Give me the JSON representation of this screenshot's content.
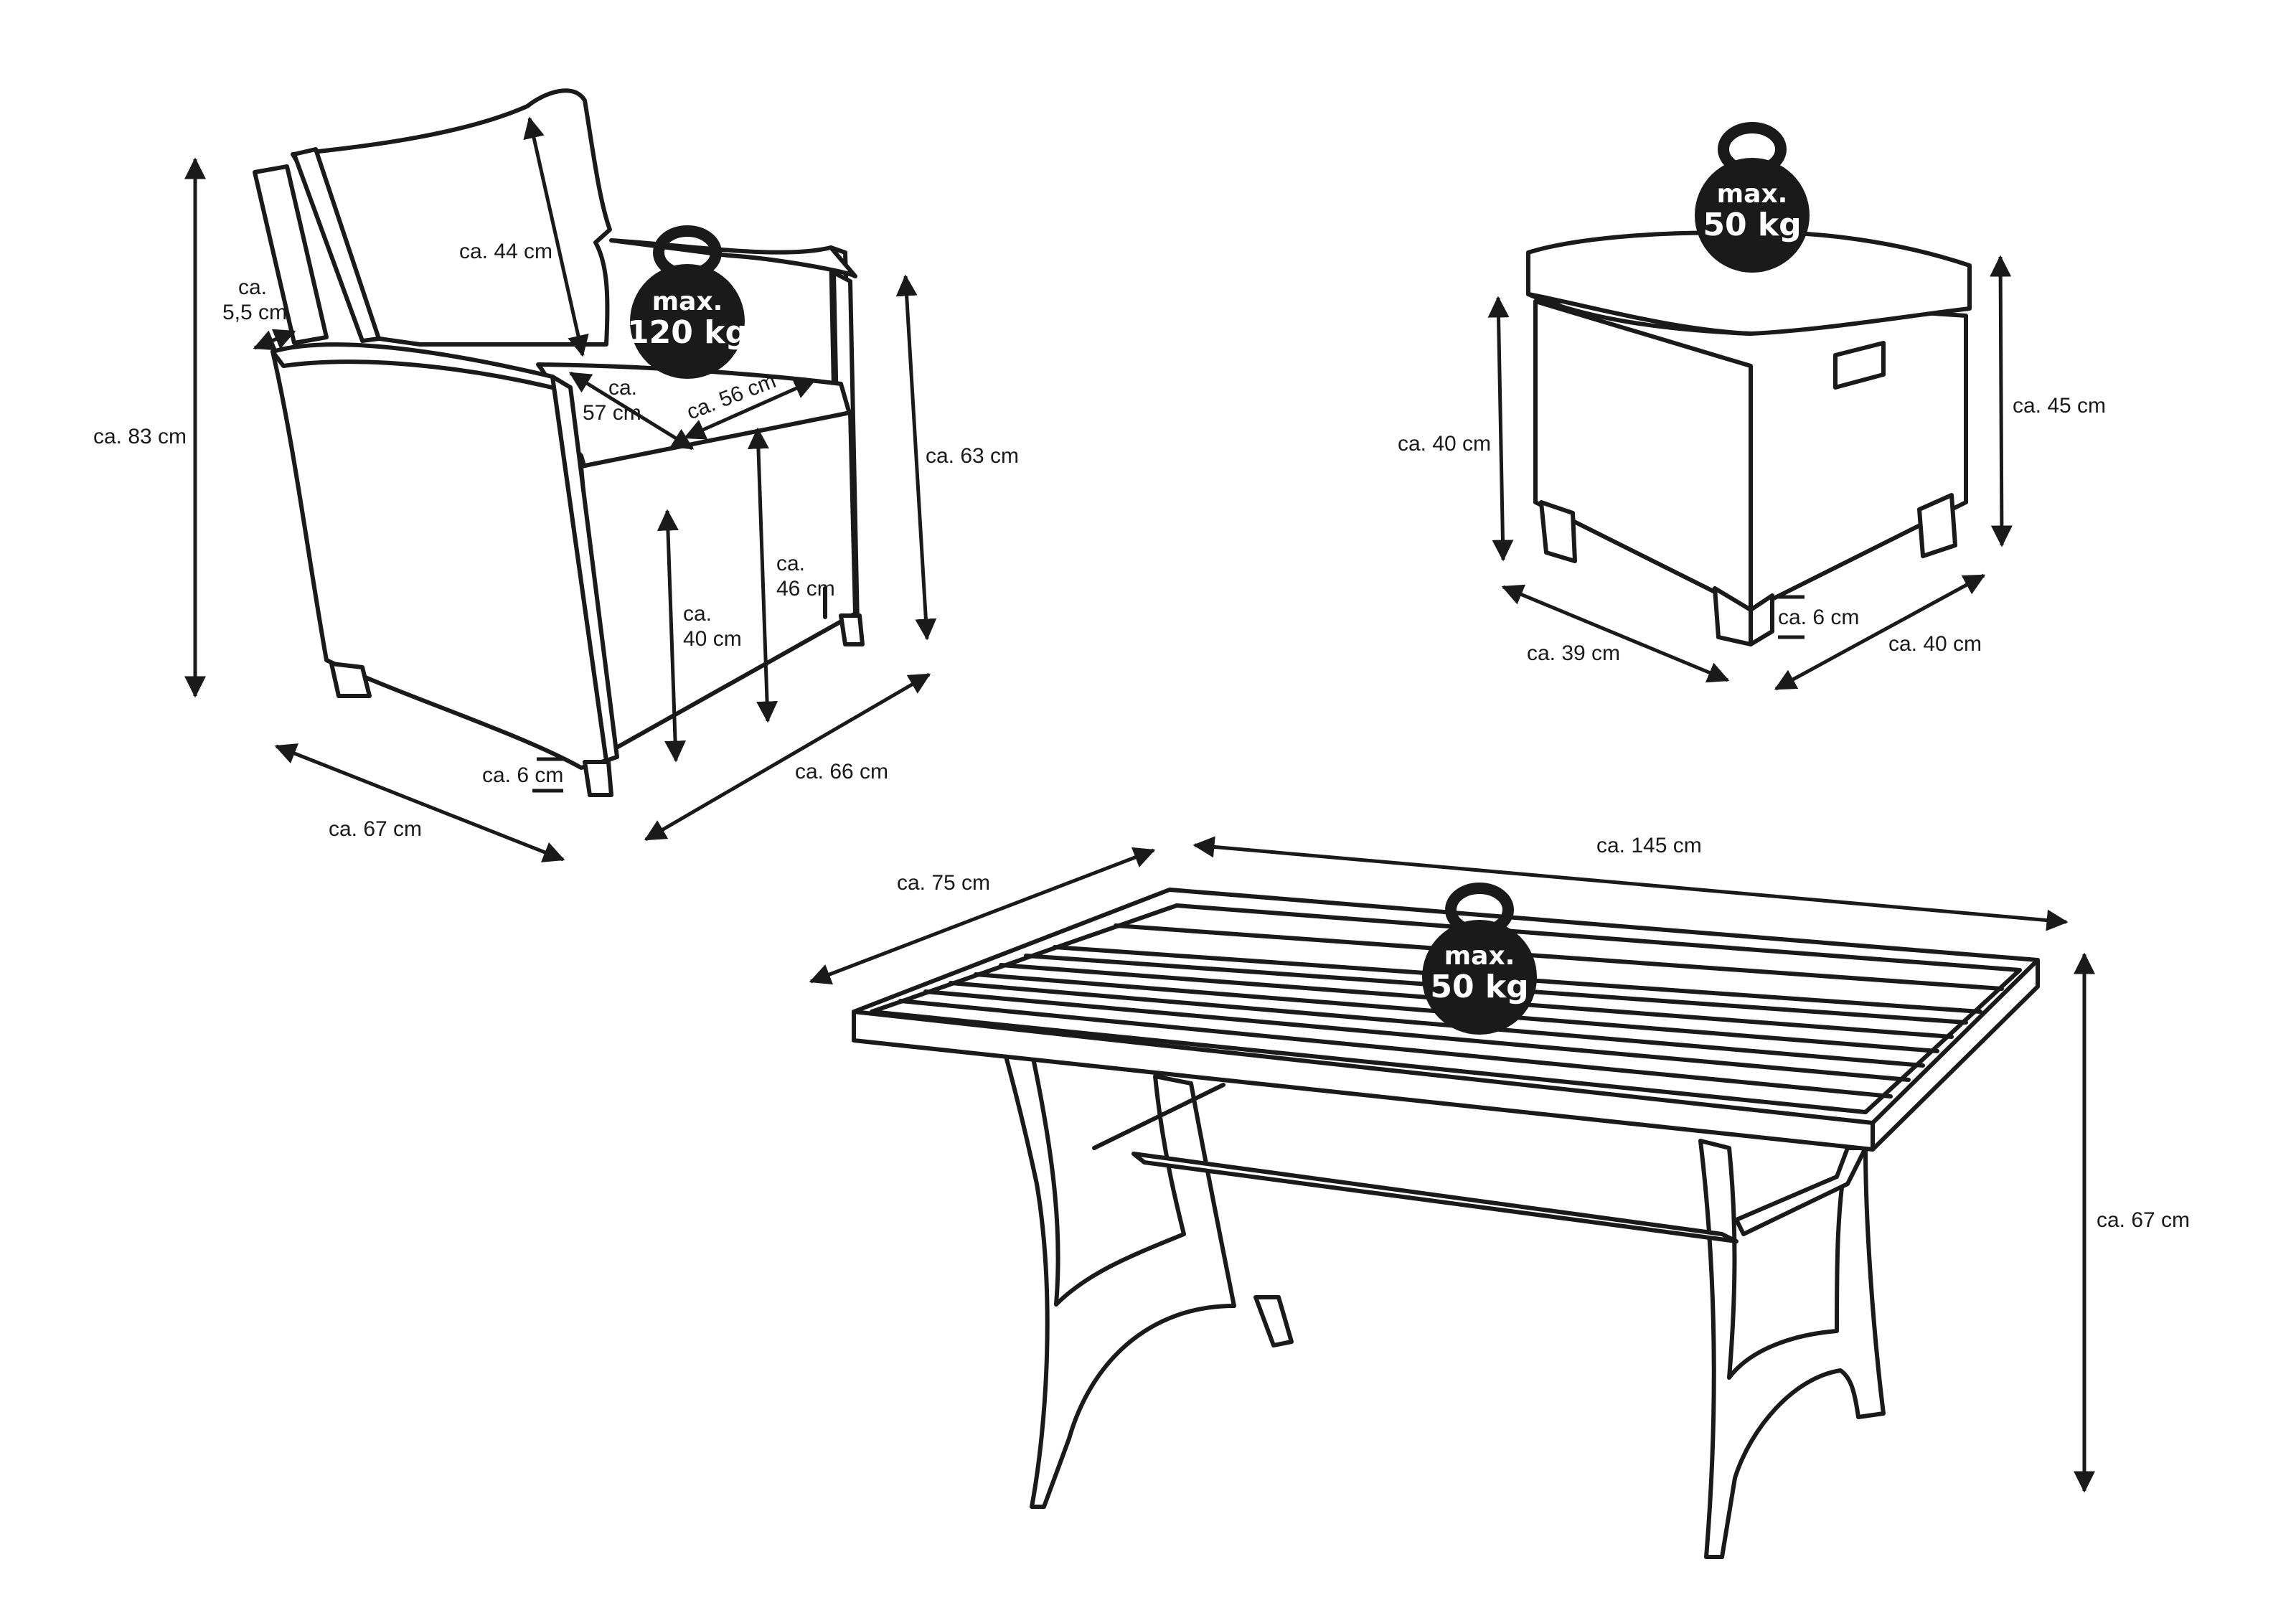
{
  "chair": {
    "weight": {
      "line1": "max.",
      "line2": "120 kg"
    },
    "dims": {
      "height_total": "ca. 83 cm",
      "back_height": "ca. 44 cm",
      "armrest_width_a": "ca.",
      "armrest_width_b": "5,5 cm",
      "seat_depth_a": "ca.",
      "seat_depth_b": "57 cm",
      "seat_width": "ca. 56 cm",
      "arm_height": "ca. 63 cm",
      "seat_height2_a": "ca.",
      "seat_height2_b": "46 cm",
      "seat_height_a": "ca.",
      "seat_height_b": "40 cm",
      "leg": "ca. 6 cm",
      "width": "ca. 67 cm",
      "depth": "ca. 66 cm"
    }
  },
  "stool": {
    "weight": {
      "line1": "max.",
      "line2": "50 kg"
    },
    "dims": {
      "height_front": "ca. 40 cm",
      "height_back": "ca. 45 cm",
      "leg": "ca. 6 cm",
      "depth": "ca. 39 cm",
      "width": "ca. 40 cm"
    }
  },
  "table": {
    "weight": {
      "line1": "max.",
      "line2": "50 kg"
    },
    "dims": {
      "depth": "ca. 75 cm",
      "length": "ca. 145 cm",
      "height": "ca. 67 cm"
    }
  }
}
